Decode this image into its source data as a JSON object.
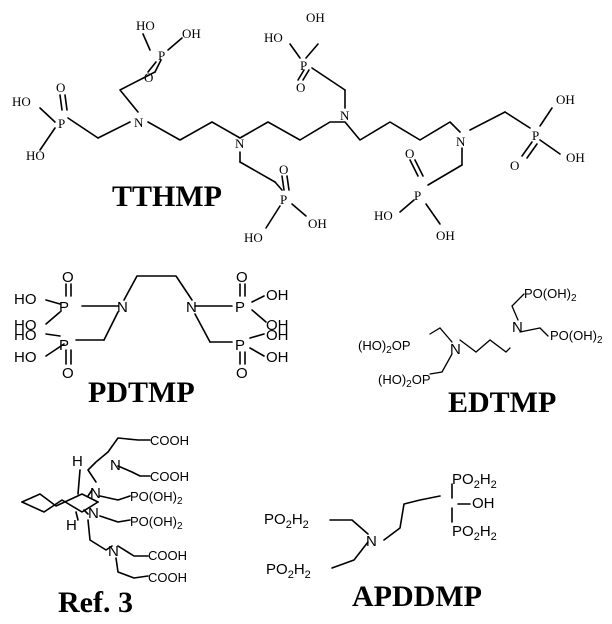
{
  "labels": {
    "ttmhp": "TTHMP",
    "pdtmp": "PDTMP",
    "edtmp": "EDTMP",
    "ref3": "Ref. 3",
    "apddmp": "APDDMP"
  },
  "atoms": {
    "N": "N",
    "P": "P",
    "O": "O",
    "OH": "OH",
    "HO": "HO",
    "H": "H",
    "COOH": "COOH",
    "PO_OH_2": "PO(OH)",
    "PO_OH_2_cut": "PO(OH)",
    "HO2OP": "(HO)",
    "HO2OP_tail": "OP",
    "PO2H2": "PO",
    "H2": "H",
    "sub2": "2"
  }
}
